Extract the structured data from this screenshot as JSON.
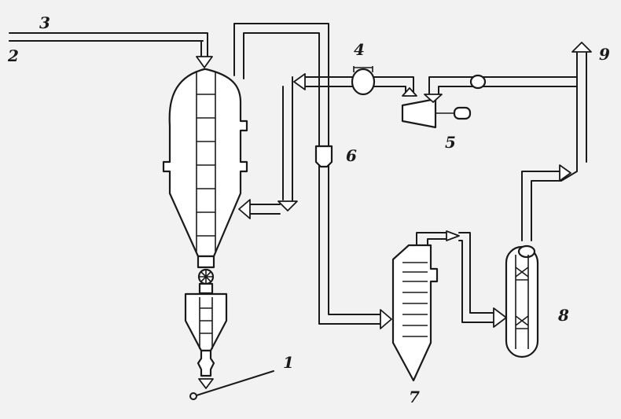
{
  "labels": {
    "n1": "1",
    "n2": "2",
    "n3": "3",
    "n4": "4",
    "n5": "5",
    "n6": "6",
    "n7": "7",
    "n8": "8",
    "n9": "9"
  },
  "colors": {
    "background": "#f2f2f2",
    "ink": "#1a1a1a",
    "fill": "#ffffff"
  }
}
